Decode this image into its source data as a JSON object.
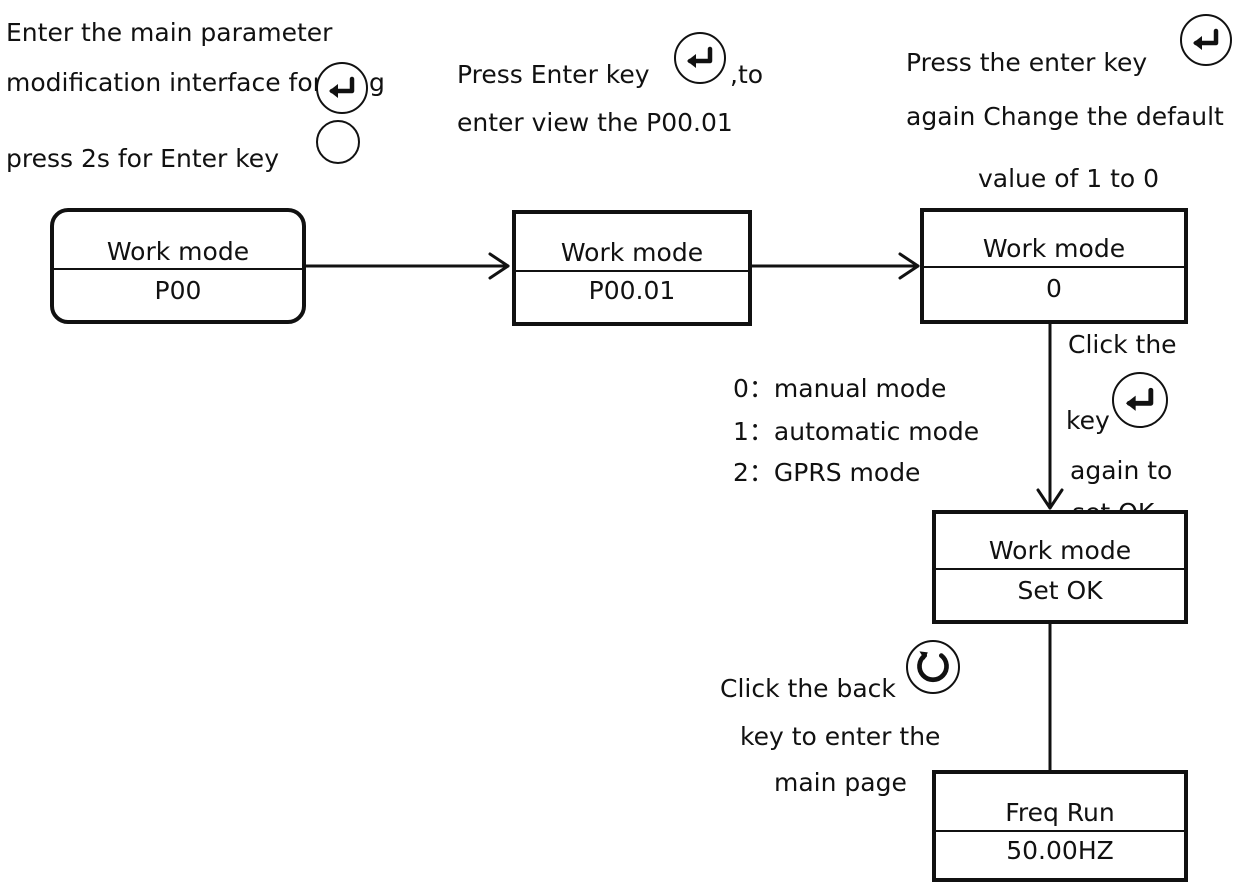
{
  "notes": {
    "step1_line1": "Enter the main parameter",
    "step1_line2": "modification interface for long",
    "step1_line3": "press 2s for Enter key",
    "step2_line1a": "Press Enter key",
    "step2_line1b": ",to",
    "step2_line2": "enter view  the P00.01",
    "step3_line1": "Press the enter key",
    "step3_line2": "again Change the default",
    "step3_line3": "value of 1 to 0",
    "step4_line1": "Click the",
    "step4_line2": "key",
    "step4_line3": "again to",
    "step4_line4": "set OK",
    "step5_line1": "Click the back",
    "step5_line2": "key to enter the",
    "step5_line3": "main page"
  },
  "modes": [
    "0：manual mode",
    "1：automatic mode",
    "2：GPRS mode"
  ],
  "boxes": {
    "box1": {
      "title": "Work mode",
      "value": "P00"
    },
    "box2": {
      "title": "Work mode",
      "value": "P00.01"
    },
    "box3": {
      "title": "Work mode",
      "value": "0"
    },
    "box4": {
      "title": "Work mode",
      "value": "Set OK"
    },
    "box5": {
      "title": "Freq  Run",
      "value": "50.00HZ"
    }
  },
  "icons": {
    "enter_key": "enter-key-icon",
    "back_key": "back-key-icon"
  },
  "colors": {
    "line": "#111111",
    "background": "#ffffff"
  }
}
